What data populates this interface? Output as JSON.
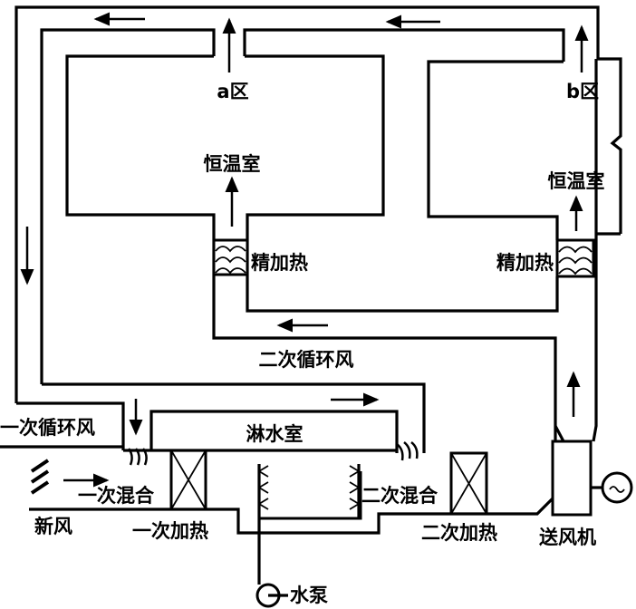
{
  "diagram": {
    "labels": {
      "zone_a": "a区",
      "zone_b": "b区",
      "room_a": "恒温室",
      "room_b": "恒温室",
      "reheat_a": "精加热",
      "reheat_b": "精加热",
      "secondary_return": "二次循环风",
      "primary_return": "一次循环风",
      "spray_chamber": "淋水室",
      "primary_mix": "一次混合",
      "secondary_mix": "二次混合",
      "fresh_air": "新风",
      "primary_heat": "一次加热",
      "secondary_heat": "二次加热",
      "supply_fan": "送风机",
      "water_pump": "水泵"
    },
    "colors": {
      "ink": "#000000",
      "paper": "#ffffff"
    }
  }
}
